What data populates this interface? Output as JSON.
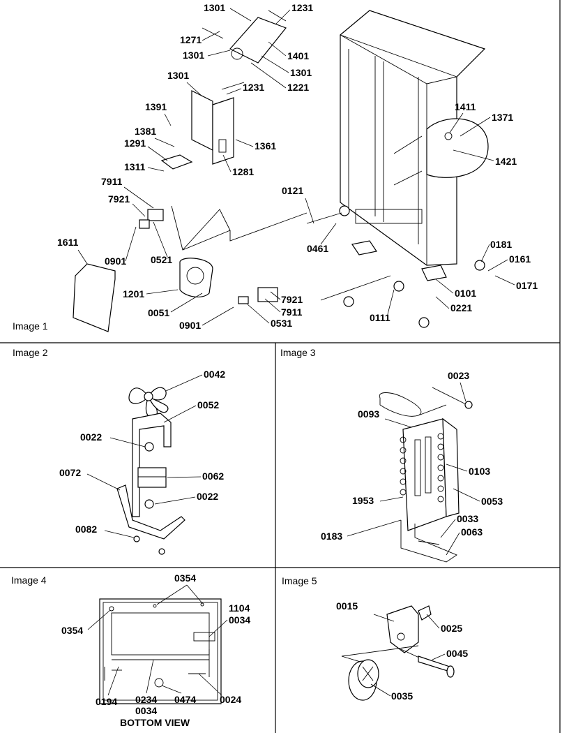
{
  "panels": [
    {
      "caption": "Image 1",
      "labels": [
        "1301",
        "1231",
        "1271",
        "1401",
        "1301",
        "1301",
        "1221",
        "1301",
        "1231",
        "1391",
        "1381",
        "1291",
        "1361",
        "1311",
        "1281",
        "7911",
        "7921",
        "0121",
        "1611",
        "0901",
        "0521",
        "0461",
        "1201",
        "0051",
        "0901",
        "7921",
        "7911",
        "0531",
        "0111",
        "0181",
        "0161",
        "0171",
        "0101",
        "0221",
        "1411",
        "1371",
        "1421"
      ]
    },
    {
      "caption": "Image 2",
      "labels": [
        "0042",
        "0052",
        "0022",
        "0072",
        "0062",
        "0022",
        "0082"
      ]
    },
    {
      "caption": "Image 3",
      "labels": [
        "0023",
        "0093",
        "0103",
        "1953",
        "0053",
        "0033",
        "0183",
        "0063"
      ]
    },
    {
      "caption": "Image 4",
      "labels": [
        "0354",
        "0354",
        "1104",
        "0034",
        "0194",
        "0234",
        "0034",
        "0474",
        "0024"
      ],
      "footer": "BOTTOM VIEW"
    },
    {
      "caption": "Image 5",
      "labels": [
        "0015",
        "0025",
        "0045",
        "0035"
      ]
    }
  ]
}
